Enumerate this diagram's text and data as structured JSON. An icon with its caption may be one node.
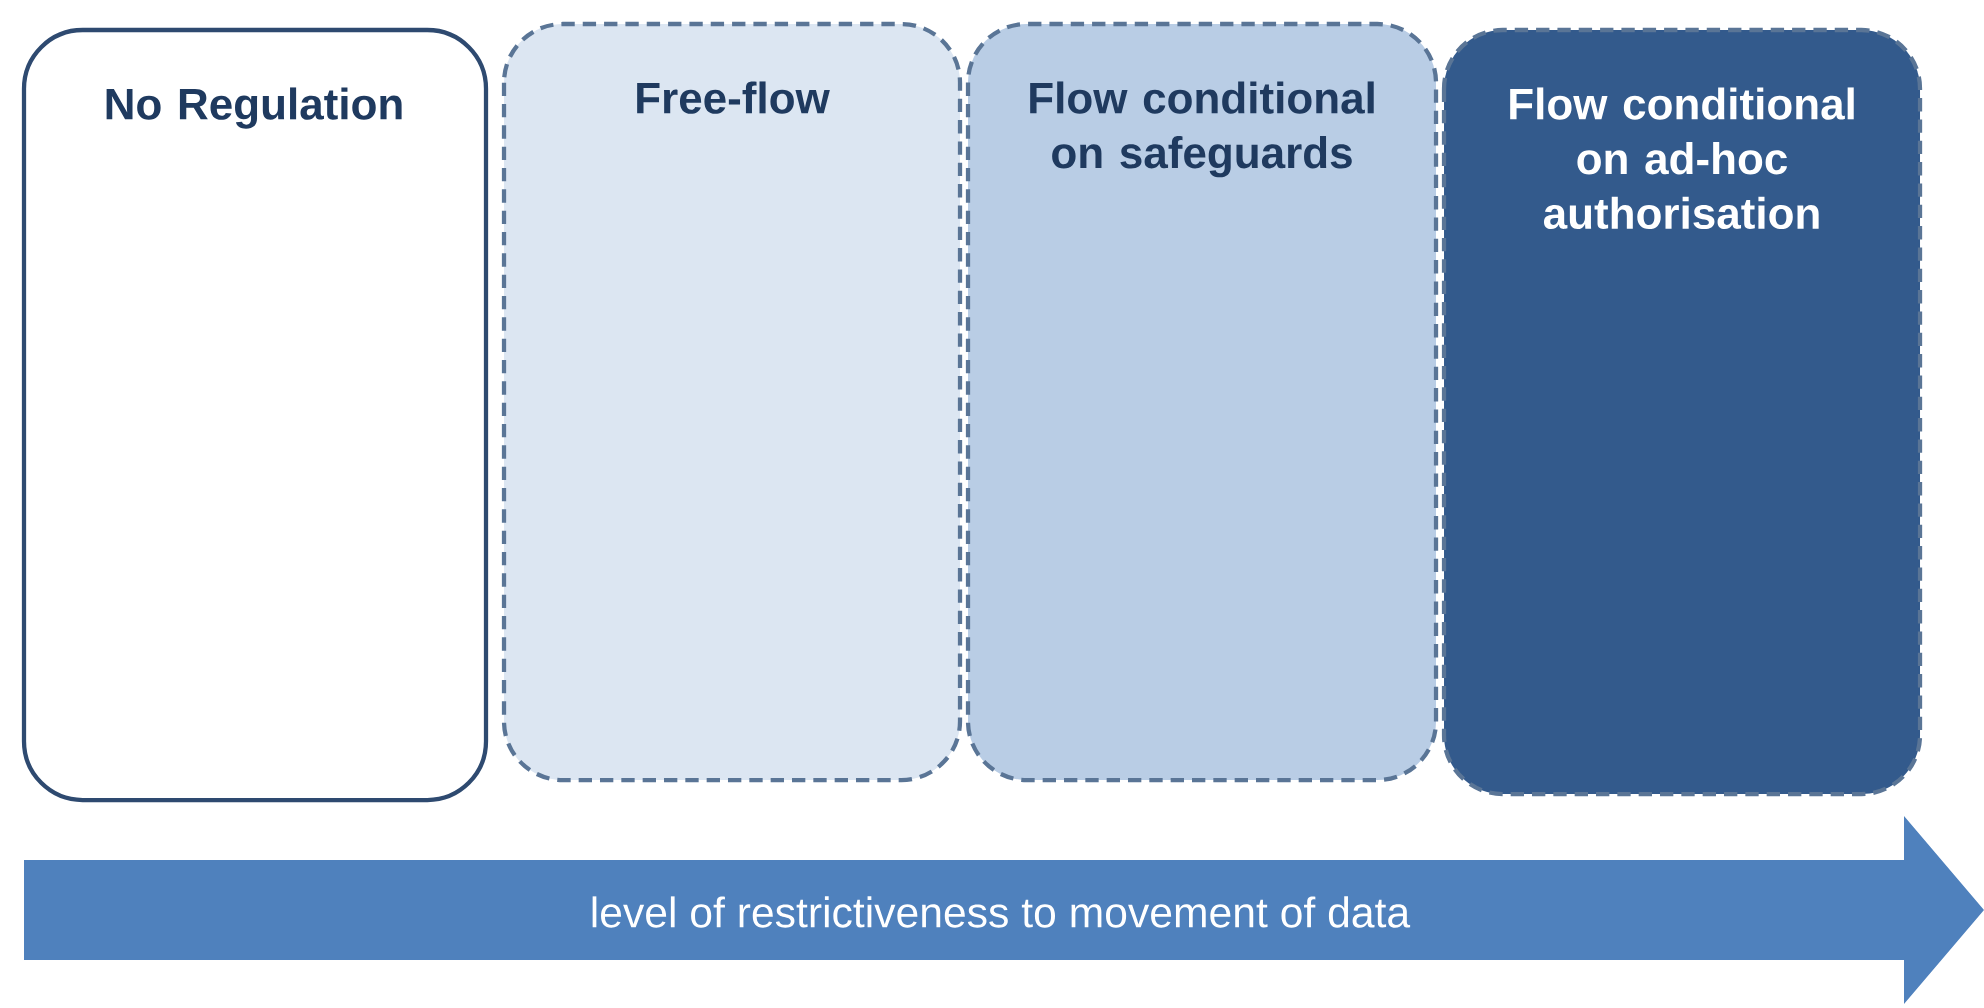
{
  "diagram": {
    "nodes": [
      {
        "text": [
          "No Regulation"
        ]
      },
      {
        "text": [
          "Free-flow"
        ]
      },
      {
        "text": [
          "Flow conditional on safeguards"
        ]
      },
      {
        "text": [
          "Flow conditional on ad-hoc authorisation"
        ]
      },
      {
        "text": [
          "level of restrictiveness to movement of data"
        ]
      }
    ]
  }
}
